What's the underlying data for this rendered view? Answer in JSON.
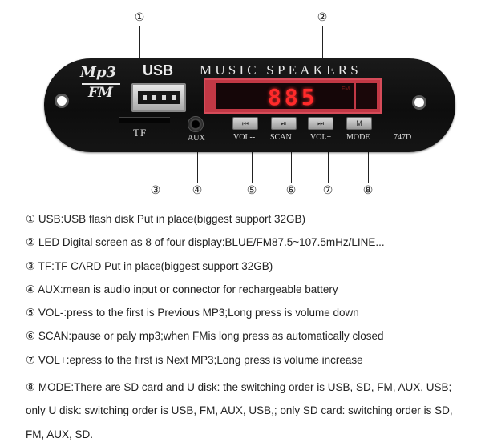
{
  "callouts": [
    "①",
    "②",
    "③",
    "④",
    "⑤",
    "⑥",
    "⑦",
    "⑧"
  ],
  "board": {
    "logo_mp3": "Mp3",
    "logo_fm": "FM",
    "usb_label": "USB",
    "tf_label": "TF",
    "aux_label": "AUX",
    "brand": "MUSIC SPEAKERS",
    "display_digits": "885",
    "display_indicator": "FM",
    "model": "747D",
    "buttons": [
      {
        "label": "VOL--",
        "glyph": "⏮"
      },
      {
        "label": "SCAN",
        "glyph": "⏯"
      },
      {
        "label": "VOL+",
        "glyph": "⏭"
      },
      {
        "label": "MODE",
        "glyph": "M"
      }
    ]
  },
  "descriptions": [
    "① USB:USB flash disk Put in place(biggest support 32GB)",
    "② LED Digital screen as 8 of four display:BLUE/FM87.5~107.5mHz/LINE...",
    "③ TF:TF CARD Put in place(biggest support 32GB)",
    "④ AUX:mean is audio input or connector for rechargeable battery",
    "⑤ VOL-:press to the first is Previous MP3;Long press is volume down",
    "⑥ SCAN:pause or paly mp3;when FMis long press as automatically closed",
    "⑦ VOL+:epress to the first is Next MP3;Long press is volume increase",
    "⑧ MODE:There are SD card and U disk: the switching order is USB, SD, FM, AUX, USB; only U disk: switching order is USB, FM, AUX, USB,; only SD card: switching order is SD, FM, AUX, SD."
  ]
}
